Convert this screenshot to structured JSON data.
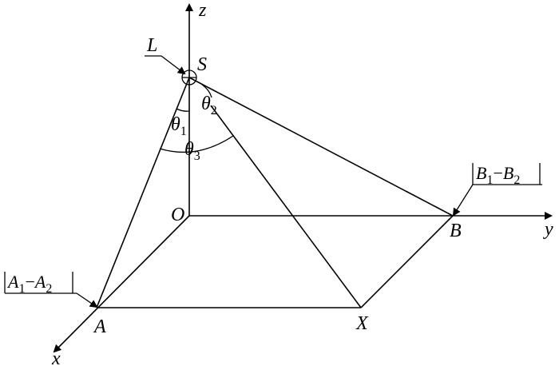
{
  "labels": {
    "z": "z",
    "y": "y",
    "x": "x",
    "S": "S",
    "L": "L",
    "O": "O",
    "A": "A",
    "B": "B",
    "X": "X",
    "theta1_main": "θ",
    "theta1_sub": "1",
    "theta2_main": "θ",
    "theta2_sub": "2",
    "theta3_main": "θ",
    "theta3_sub": "3",
    "A_callout": {
      "a1": "A",
      "s1": "1",
      "dash": "−",
      "a2": "A",
      "s2": "2"
    },
    "B_callout": {
      "b1": "B",
      "s1": "1",
      "dash": "−",
      "b2": "B",
      "s2": "2"
    }
  }
}
